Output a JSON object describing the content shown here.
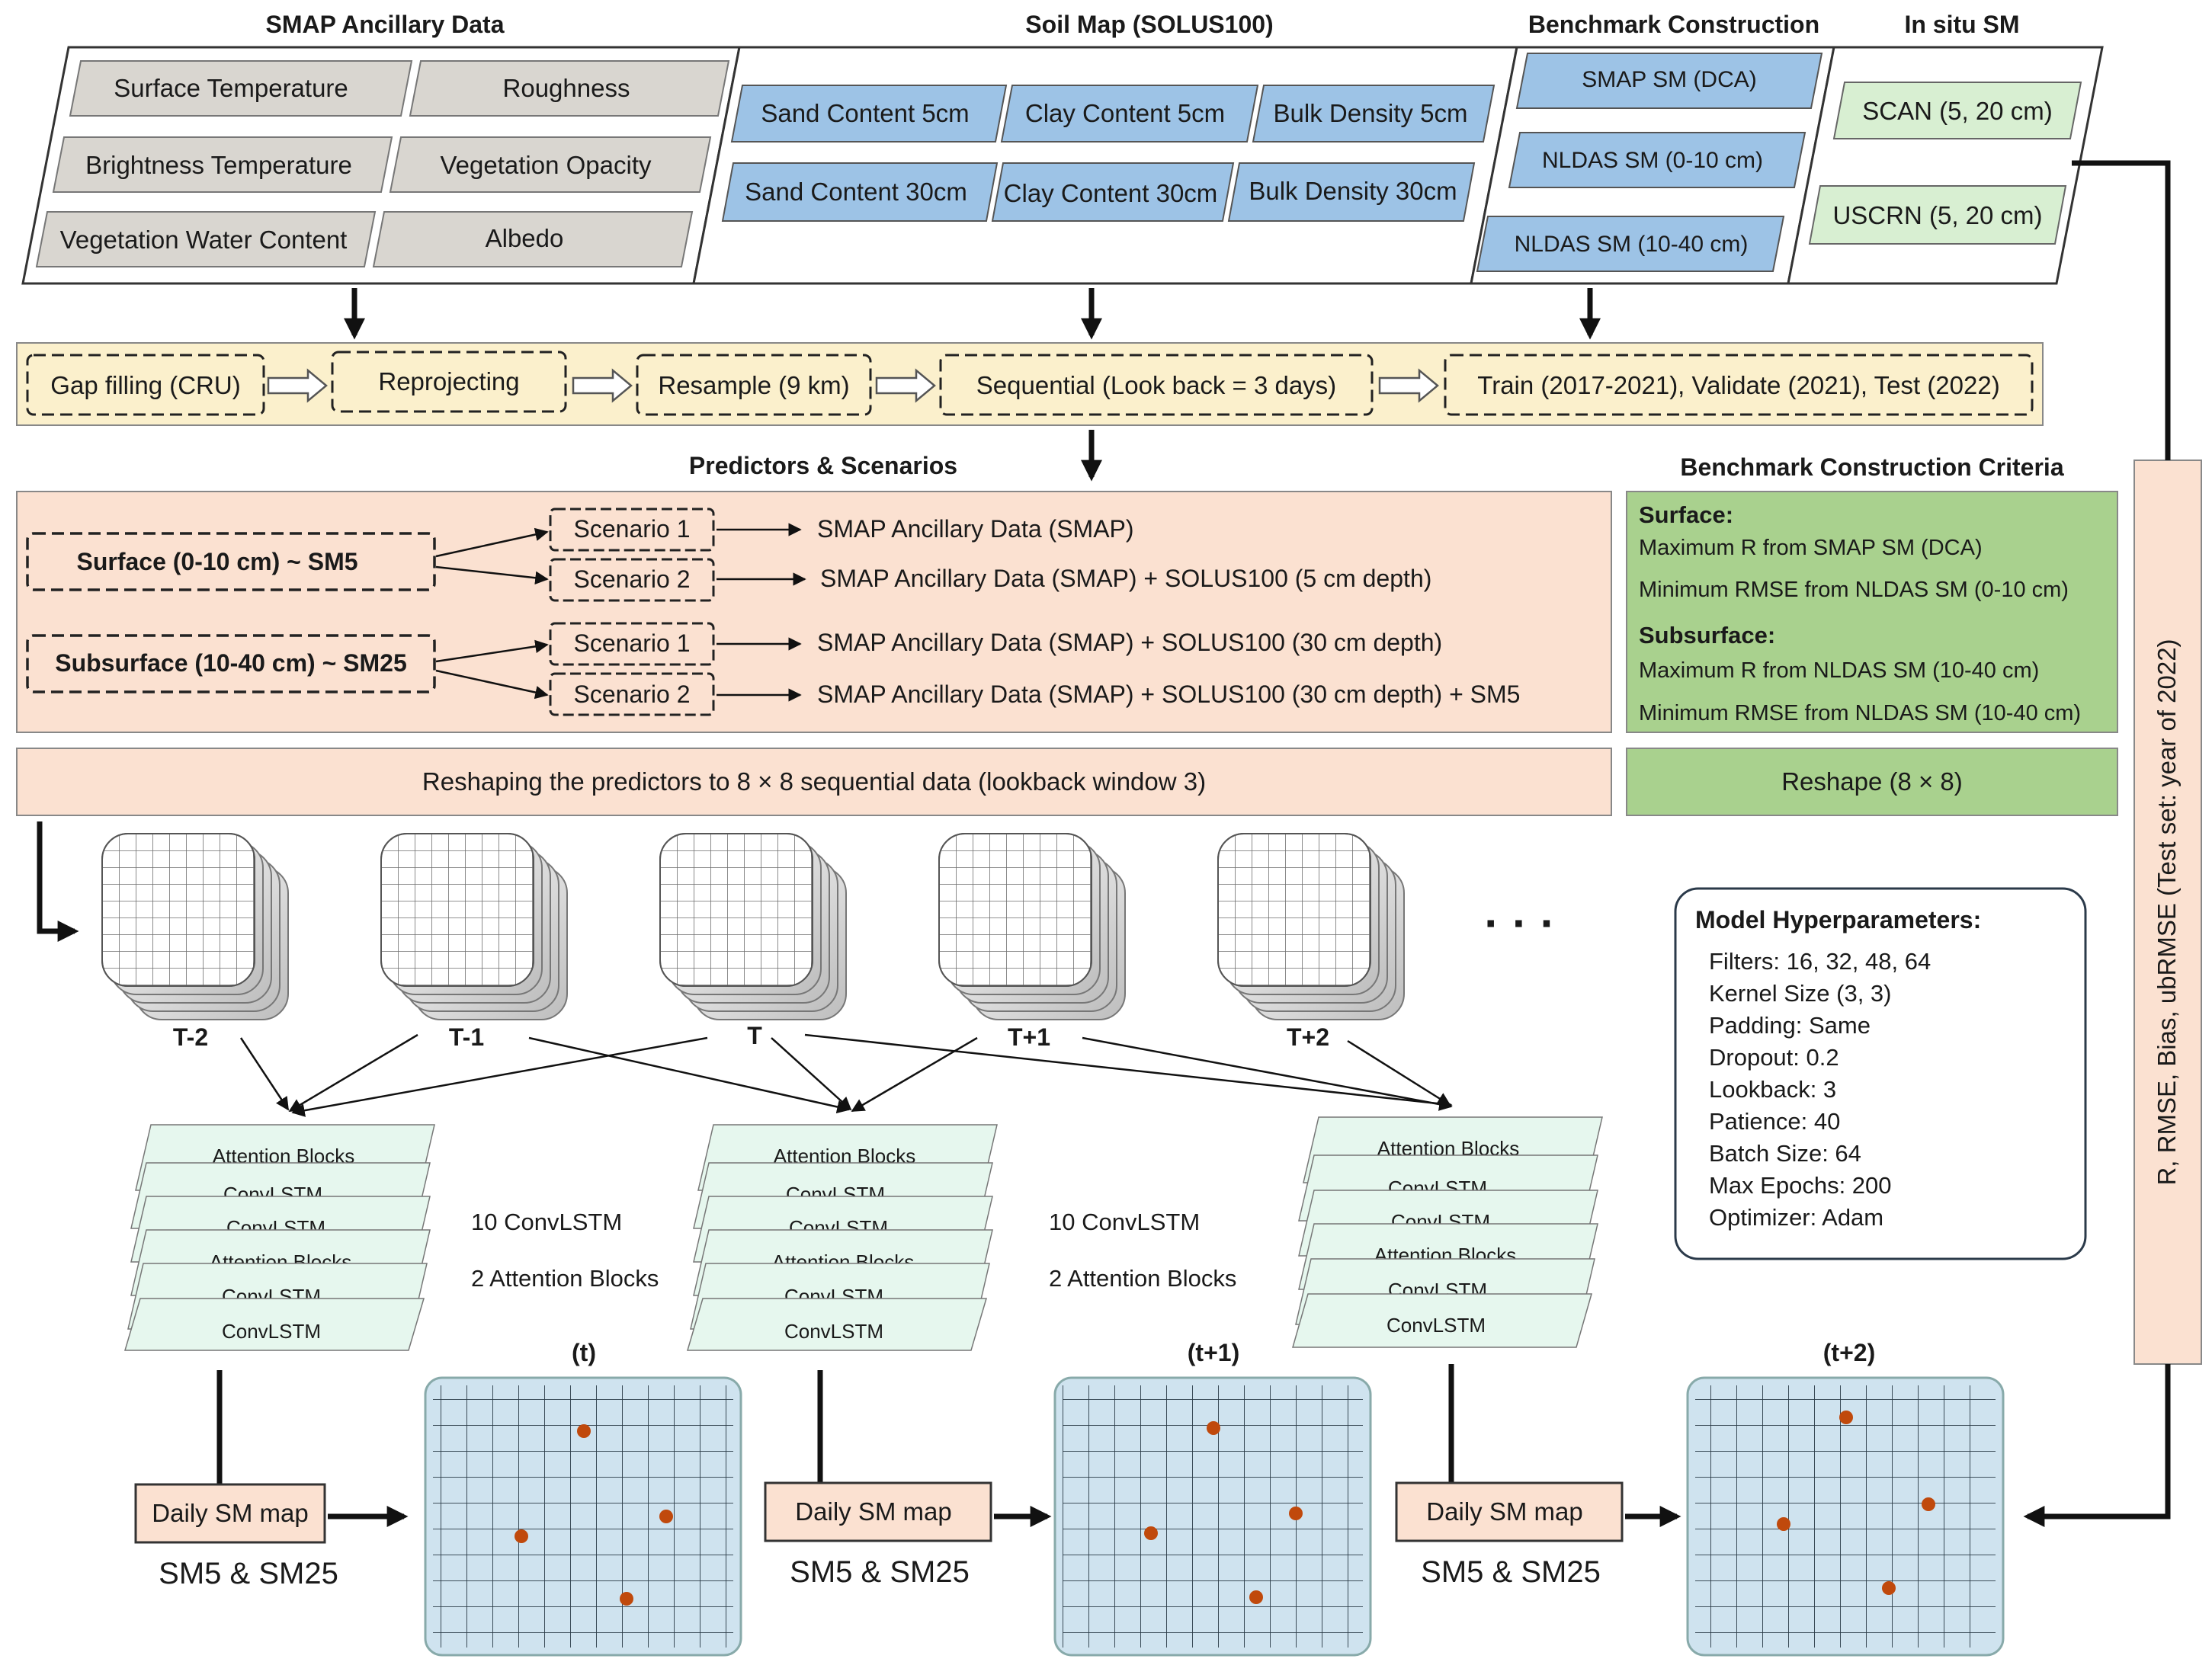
{
  "sections": {
    "smap": "SMAP  Ancillary Data",
    "soil": "Soil Map (SOLUS100)",
    "bench": "Benchmark Construction",
    "insitu": "In situ SM",
    "predictors": "Predictors & Scenarios",
    "criteria": "Benchmark Construction Criteria"
  },
  "smap_items": [
    "Surface Temperature",
    "Roughness",
    "Brightness Temperature",
    "Vegetation  Opacity",
    "Vegetation  Water Content",
    "Albedo"
  ],
  "soil_items": [
    "Sand Content  5cm",
    "Clay Content  5cm",
    "Bulk Density 5cm",
    "Sand Content  30cm",
    "Clay Content  30cm",
    "Bulk Density 30cm"
  ],
  "bench_items": [
    "SMAP SM (DCA)",
    "NLDAS SM (0-10 cm)",
    "NLDAS SM (10-40 cm)"
  ],
  "insitu_items": [
    "SCAN  (5, 20 cm)",
    "USCRN  (5, 20 cm)"
  ],
  "pipeline": [
    "Gap filling (CRU)",
    "Reprojecting",
    "Resample  (9 km)",
    "Sequential  (Look back =  3 days)",
    "Train (2017-2021), Validate  (2021), Test  (2022)"
  ],
  "predictors": {
    "surface_label": "Surface (0-10 cm) ~ SM5",
    "subsurface_label": "Subsurface  (10-40 cm) ~ SM25",
    "scenario1": "Scenario 1",
    "scenario2": "Scenario 2",
    "surface_s1": "SMAP Ancillary Data (SMAP)",
    "surface_s2": "SMAP Ancillary Data (SMAP) + SOLUS100  (5 cm depth)",
    "sub_s1": "SMAP Ancillary Data (SMAP) + SOLUS100  (30 cm depth)",
    "sub_s2": "SMAP Ancillary Data (SMAP) + SOLUS100  (30 cm depth) + SM5"
  },
  "criteria": {
    "surface_head": "Surface:",
    "surface_1": "Maximum R from SMAP SM (DCA)",
    "surface_2": "Minimum RMSE from NLDAS SM (0-10 cm)",
    "sub_head": "Subsurface:",
    "sub_1": "Maximum R from NLDAS SM (10-40 cm)",
    "sub_2": "Minimum RMSE from NLDAS SM (10-40 cm)"
  },
  "reshape_predictors": "Reshaping the predictors to 8 × 8 sequential data (lookback window 3)",
  "reshape_bench": "Reshape  (8 × 8)",
  "vertical_metrics": "R, RMSE, Bias, ubRMSE (Test set: year of 2022)",
  "time_labels": [
    "T-2",
    "T-1",
    "T",
    "T+1",
    "T+2"
  ],
  "ellipsis": "· · ·",
  "hyperparameters": {
    "title": "Model Hyperparameters:",
    "lines": [
      "Filters:  16, 32, 48, 64",
      "Kernel Size (3, 3)",
      "Padding:  Same",
      "Dropout:  0.2",
      "Lookback:  3",
      "Patience:  40",
      "Batch Size:  64",
      "Max Epochs:  200",
      "Optimizer:  Adam"
    ]
  },
  "model_stack_a": [
    "Attention  Blocks",
    "ConvLSTM",
    "ConvLSTM",
    "Attention  Blocks",
    "ConvLSTM",
    "ConvLSTM"
  ],
  "model_stack_b": [
    "Attention  Blocks",
    "ConvLSTM",
    "ConvLSTM",
    "Attention  Blocks",
    "ConvLSTM",
    "ConvLSTM"
  ],
  "model_stack_c": [
    "Attention  Blocks",
    "ConvLSTM",
    "ConvLSTM",
    "Attention  Blocks",
    "ConvLSTM",
    "ConvLSTM"
  ],
  "model_summary": [
    "10 ConvLSTM",
    "2 Attention Blocks"
  ],
  "daily_map": "Daily SM map",
  "sm_label": "SM5 & SM25",
  "map_labels": [
    "(t)",
    "(t+1)",
    "(t+2)"
  ],
  "colors": {
    "gray_box": "#d9d6d0",
    "blue_box": "#9dc3e6",
    "green_box": "#d8efd2",
    "pipeline_bg": "#fbf0cc",
    "peach": "#fbe1d1",
    "criteria_green": "#a9d18e",
    "map_blue": "#cfe3ef",
    "station_dot": "#c0490c",
    "layer_green": "#e6f7ee"
  }
}
